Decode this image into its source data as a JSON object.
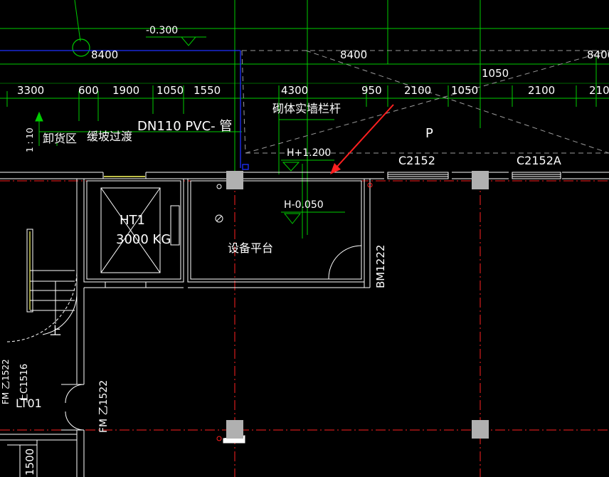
{
  "drawing": {
    "colors": {
      "background": "#000000",
      "grid_green": "#00cc00",
      "wall_white": "#ffffff",
      "axis_red": "#ff2020",
      "blue_line": "#2030ff",
      "column_gray": "#b0b0b0",
      "dash_gray": "#9a9a9a",
      "door_yellow": "#ffff60"
    },
    "elevations": {
      "top": "-0.300",
      "rail": "H+1.200",
      "platform": "H-0.050"
    },
    "span_dims": [
      "8400",
      "8400",
      "8400"
    ],
    "dims_row": [
      "3300",
      "600",
      "1900",
      "1050",
      "1550",
      "4300",
      "950",
      "2100",
      "1050",
      "2100",
      "210"
    ],
    "dim_small": "1050",
    "labels": {
      "masonry_rail": "砌体实墙栏杆",
      "unloading": "卸货区",
      "ramp": "缓坡过渡",
      "pipe": "DN110 PVC- 管",
      "slope": "1 : 10",
      "parking": "P",
      "window_a": "C2152",
      "window_b": "C2152A",
      "elevator": "HT1",
      "elevator_load": "3000 KG",
      "platform": "设备平台",
      "door_bm": "BM1222",
      "stair_up": "上",
      "window_c": "上C1516",
      "door_fm_top": "FM 乙1522",
      "stair_id": "LT01",
      "door_fm": "FM 乙1522",
      "dim_left": "1500"
    }
  }
}
